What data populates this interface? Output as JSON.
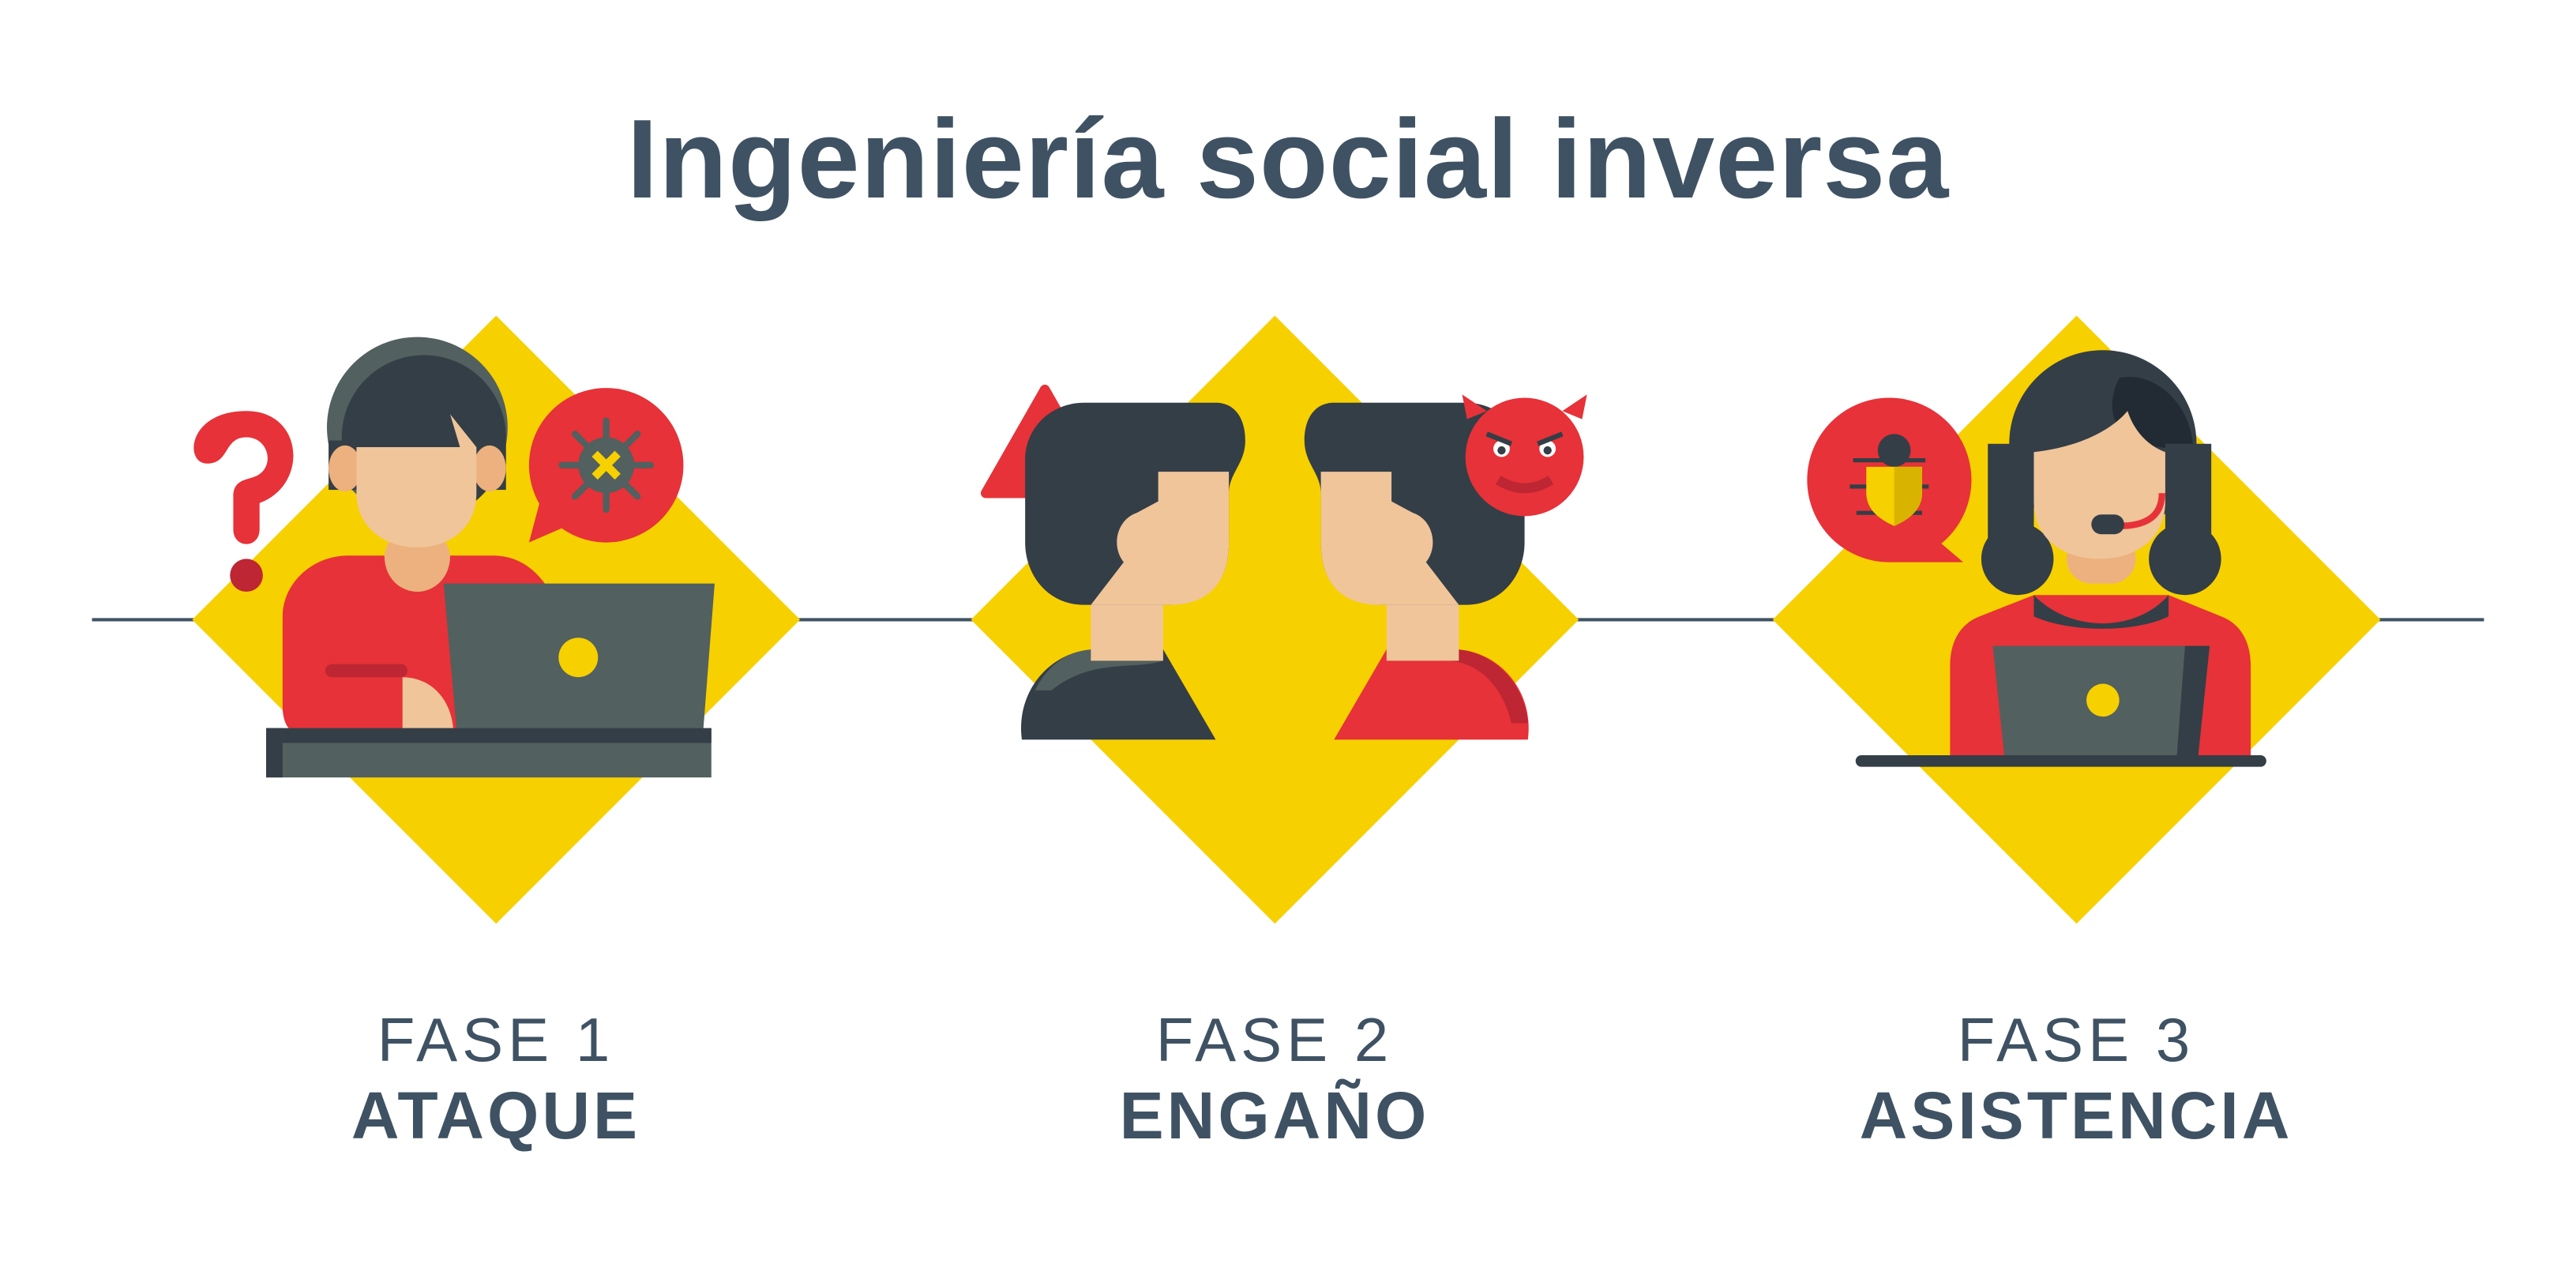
{
  "title": "Ingeniería social inversa",
  "colors": {
    "text": "#3f5263",
    "yellow": "#f7d000",
    "red": "#e63238",
    "dark_red": "#bd2632",
    "dark": "#343e47",
    "grey": "#52605f",
    "skin": "#f0c59a"
  },
  "phases": [
    {
      "number": "FASE 1",
      "name": "ATAQUE",
      "icon": "hacker-with-laptop-virus-icon"
    },
    {
      "number": "FASE 2",
      "name": "ENGAÑO",
      "icon": "two-faces-deception-icon"
    },
    {
      "number": "FASE 3",
      "name": "ASISTENCIA",
      "icon": "support-agent-headset-icon"
    }
  ]
}
